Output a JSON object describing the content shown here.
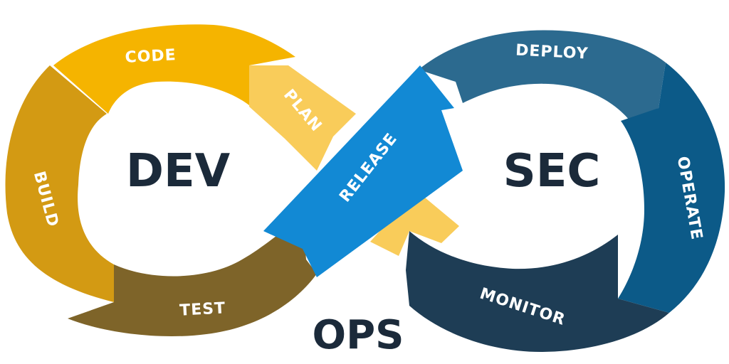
{
  "diagram": {
    "hub_left": "DEV",
    "hub_right": "SEC",
    "bottom_label": "OPS",
    "stages": {
      "code": {
        "label": "CODE",
        "color": "#f5b400"
      },
      "plan": {
        "label": "PLAN",
        "color": "#f9cc5a"
      },
      "build": {
        "label": "BUILD",
        "color": "#d39a13"
      },
      "test": {
        "label": "TEST",
        "color": "#7e6429"
      },
      "release": {
        "label": "RELEASE",
        "color": "#1289d4"
      },
      "deploy": {
        "label": "DEPLOY",
        "color": "#2c6a8f"
      },
      "operate": {
        "label": "OPERATE",
        "color": "#0c5a88"
      },
      "monitor": {
        "label": "MONITOR",
        "color": "#1e3d55"
      }
    },
    "accent_small_arrow": "#f9cc5a",
    "text_color": "#1b2a3a"
  }
}
